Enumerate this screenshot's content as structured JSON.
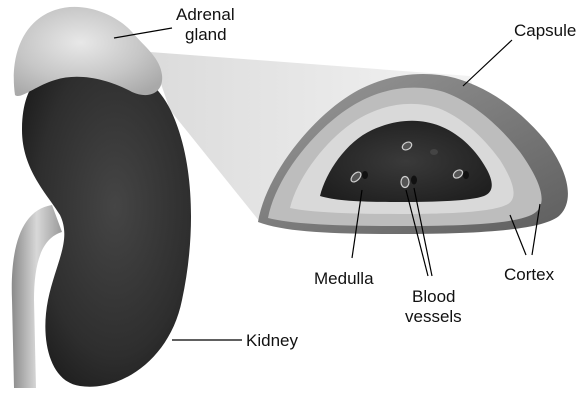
{
  "labels": {
    "adrenal_gland_line1": "Adrenal",
    "adrenal_gland_line2": "gland",
    "capsule": "Capsule",
    "medulla": "Medulla",
    "blood_vessels_line1": "Blood",
    "blood_vessels_line2": "vessels",
    "cortex": "Cortex",
    "kidney": "Kidney"
  },
  "colors": {
    "kidney": "#2f2f2f",
    "adrenal": "#c9c9c9",
    "capsule": "#7a7a7a",
    "cortex_outer": "#c2c2c2",
    "cortex_inner": "#dcdcdc",
    "medulla": "#2a2a2a",
    "projection": "#e6e6e6"
  }
}
